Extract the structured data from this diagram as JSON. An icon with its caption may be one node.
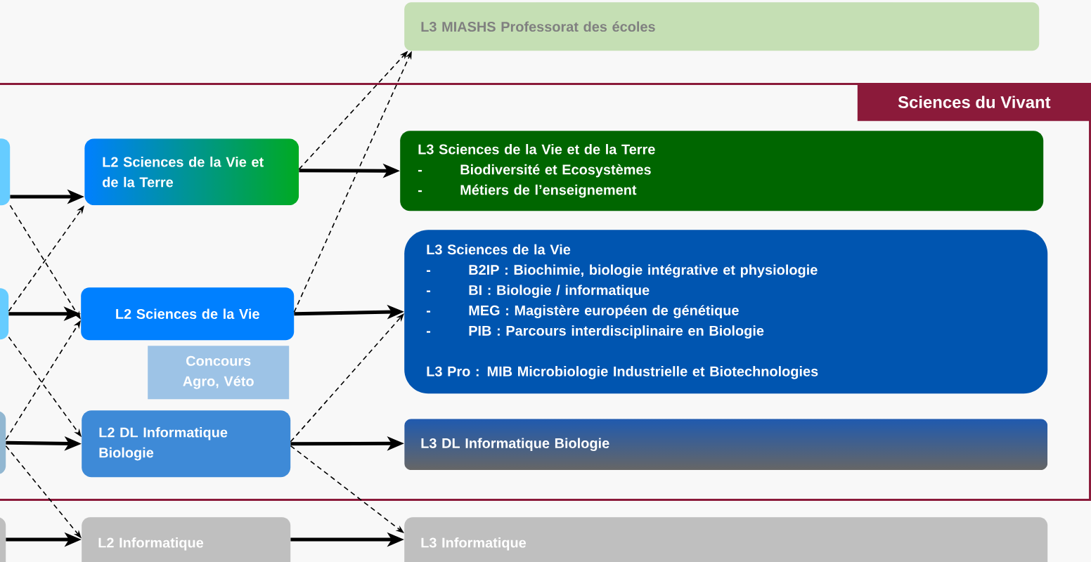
{
  "diagram": {
    "nodes": [
      {
        "text": [
          "L3 MIASHS Professorat des écoles"
        ]
      },
      {
        "text": [
          "Sciences du Vivant"
        ]
      },
      {
        "text": [],
        "shape": "box",
        "in": 1
      },
      {
        "text": [
          "L2 Sciences de la Vie et de la Terre"
        ],
        "in": 1
      },
      {
        "text": [
          "L3 Sciences de la Vie et de la Terre",
          "-",
          "Biodiversité et Ecosystèmes",
          "-",
          "Métiers de l’enseignement"
        ],
        "in": 1
      },
      {
        "text": [],
        "shape": "box",
        "in": 1
      },
      {
        "text": [
          "L2 Sciences de la Vie"
        ],
        "in": 1
      },
      {
        "text": [
          "L3 Sciences de la Vie",
          "-",
          "B2IP : Biochimie, biologie intégrative et physiologie",
          "-",
          "BI : Biologie / informatique",
          "-",
          "MEG : Magistère européen de génétique",
          "-",
          "PIB : Parcours interdisciplinaire en Biologie",
          "L3 Pro : MIB Microbiologie Industrielle et Biotechnologies"
        ],
        "in": 1
      },
      {
        "text": [
          "Concours Agro, Véto"
        ],
        "in": 1
      },
      {
        "text": [],
        "shape": "box",
        "in": 1
      },
      {
        "text": [
          "L2 DL Informatique Biologie"
        ],
        "in": 1
      },
      {
        "text": [
          "L3 DL Informatique Biologie"
        ],
        "in": 1
      },
      {
        "text": [],
        "shape": "box"
      },
      {
        "text": [
          "L2 Informatique"
        ]
      },
      {
        "text": [
          "L3 Informatique"
        ]
      }
    ],
    "edges": [
      {
        "from": 2,
        "to": 3,
        "arrow": "to",
        "style": "thick"
      },
      {
        "from": 2,
        "to": 6,
        "arrow": "to",
        "style": "dashed"
      },
      {
        "from": 5,
        "to": 6,
        "arrow": "to",
        "style": "thick"
      },
      {
        "from": 5,
        "to": 3,
        "arrow": "to",
        "style": "dashed"
      },
      {
        "from": 5,
        "to": 10,
        "arrow": "to",
        "style": "dashed"
      },
      {
        "from": 9,
        "to": 6,
        "arrow": "to",
        "style": "dashed"
      },
      {
        "from": 9,
        "to": 10,
        "arrow": "to",
        "style": "thick"
      },
      {
        "from": 9,
        "to": 13,
        "arrow": "to",
        "style": "dashed"
      },
      {
        "from": 12,
        "to": 13,
        "arrow": "to",
        "style": "thick"
      },
      {
        "from": 3,
        "to": 4,
        "arrow": "to",
        "style": "thick"
      },
      {
        "from": 3,
        "to": 0,
        "arrow": "to",
        "style": "dashed"
      },
      {
        "from": 6,
        "to": 7,
        "arrow": "to",
        "style": "thick"
      },
      {
        "from": 6,
        "to": 0,
        "arrow": "to",
        "style": "dashed"
      },
      {
        "from": 10,
        "to": 11,
        "arrow": "to",
        "style": "thick"
      },
      {
        "from": 10,
        "to": 7,
        "arrow": "to",
        "style": "dashed"
      },
      {
        "from": 10,
        "to": 14,
        "arrow": "to",
        "style": "dashed"
      },
      {
        "from": 13,
        "to": 14,
        "arrow": "to",
        "style": "thick"
      }
    ]
  }
}
